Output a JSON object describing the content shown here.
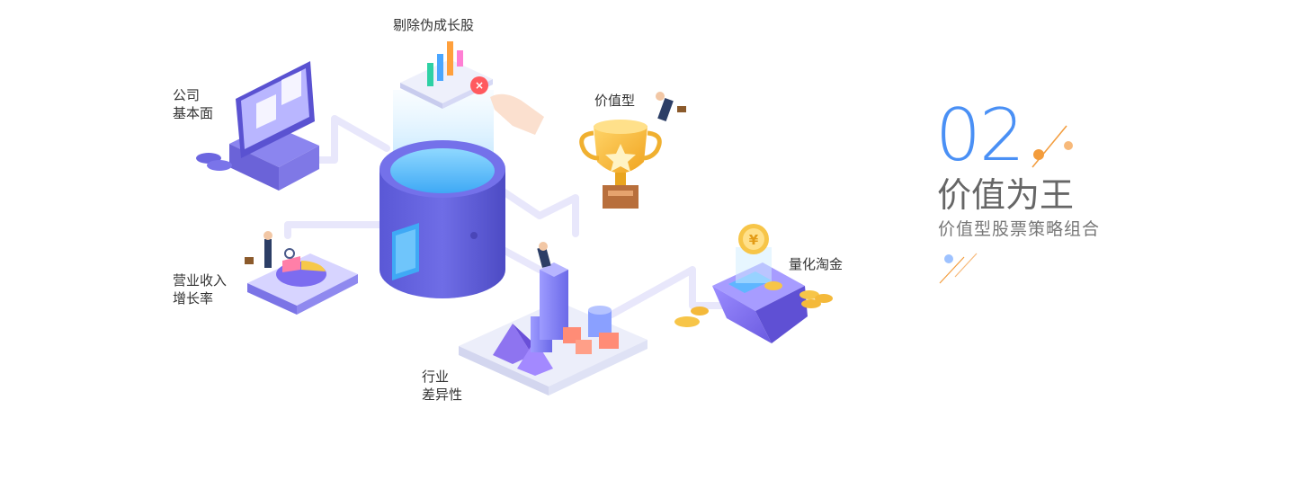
{
  "labels": {
    "company": [
      "公司",
      "基本面"
    ],
    "revenue": [
      "营业收入",
      "增长率"
    ],
    "remove_fake_growth": "剔除伪成长股",
    "value_type": "价值型",
    "quant_gold": "量化淘金",
    "industry": [
      "行业",
      "差异性"
    ]
  },
  "section": {
    "number": "02",
    "title": "价值为王",
    "subtitle": "价值型股票策略组合"
  },
  "coin_symbol": "¥",
  "colors": {
    "accent_blue": "#4a90f5",
    "purple": "#6c5ce7",
    "orange": "#f39c3c",
    "gold": "#f7c548"
  }
}
